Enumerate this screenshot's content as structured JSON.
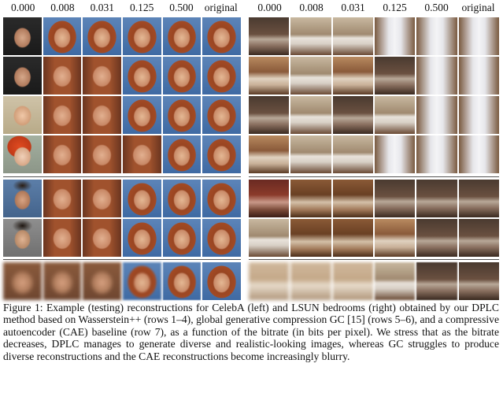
{
  "figure": {
    "left_headers": [
      "0.000",
      "0.008",
      "0.031",
      "0.125",
      "0.500",
      "original"
    ],
    "right_headers": [
      "0.000",
      "0.008",
      "0.031",
      "0.125",
      "0.500",
      "original"
    ],
    "left_image_alt": "CelebA face reconstruction",
    "right_image_alt": "LSUN bedroom reconstruction",
    "caption": "Figure 1:  Example (testing) reconstructions for CelebA (left) and LSUN bedrooms (right) obtained by our DPLC method based on Wasserstein++ (rows 1–4), global generative compression GC [15] (rows 5–6), and a compressive autoencoder (CAE) baseline (row 7), as a function of the bitrate (in bits per pixel). We stress that as the bitrate decreases, DPLC manages to generate diverse and realistic-looking images, whereas GC struggles to produce diverse reconstructions and the CAE reconstructions become increasingly blurry."
  }
}
